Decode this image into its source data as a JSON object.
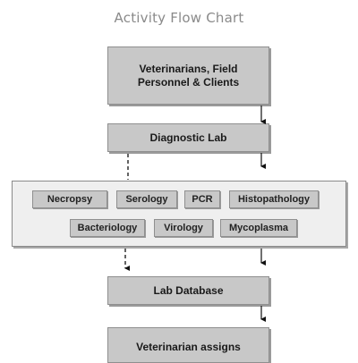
{
  "title": "Activity Flow Chart",
  "nodes": {
    "source": {
      "line1": "Veterinarians, Field",
      "line2": "Personnel & Clients"
    },
    "diagnostic_lab": "Diagnostic Lab",
    "tests": [
      "Necropsy",
      "Serology",
      "PCR",
      "Histopathology",
      "Bacteriology",
      "Virology",
      "Mycoplasma"
    ],
    "lab_database": "Lab Database",
    "vet_assigns": "Veterinarian assigns"
  }
}
